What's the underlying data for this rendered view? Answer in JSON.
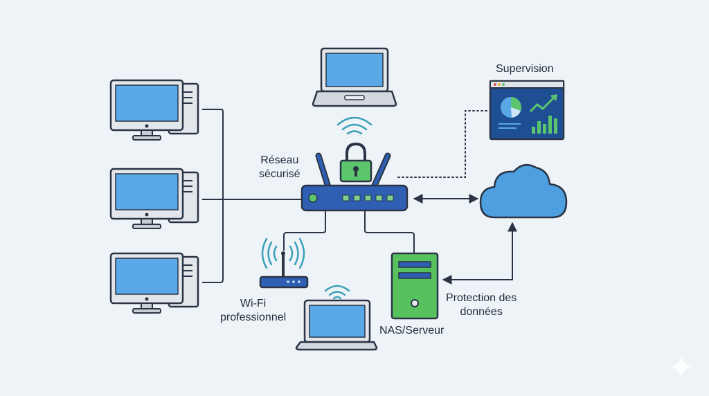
{
  "labels": {
    "secure_network": [
      "Réseau",
      "sécurisé"
    ],
    "supervision": "Supervision",
    "wifi_pro": [
      "Wi-Fi",
      "professionnel"
    ],
    "nas_server": "NAS/Serveur",
    "data_protection": [
      "Protection des",
      "données"
    ]
  },
  "colors": {
    "background": "#eef3f8",
    "outline": "#2a3445",
    "screen_blue": "#5aa9e6",
    "device_gray": "#e3e6ea",
    "router_blue": "#2f5fb3",
    "lock_green": "#5cc66d",
    "server_green": "#57c25d",
    "cloud_blue": "#4d9fe0",
    "dashboard_navy": "#1f4f93"
  },
  "icons": [
    "desktop-computer-icon",
    "laptop-icon",
    "wifi-signal-icon",
    "padlock-icon",
    "router-icon",
    "access-point-icon",
    "server-icon",
    "cloud-icon",
    "dashboard-icon",
    "sparkle-icon"
  ]
}
